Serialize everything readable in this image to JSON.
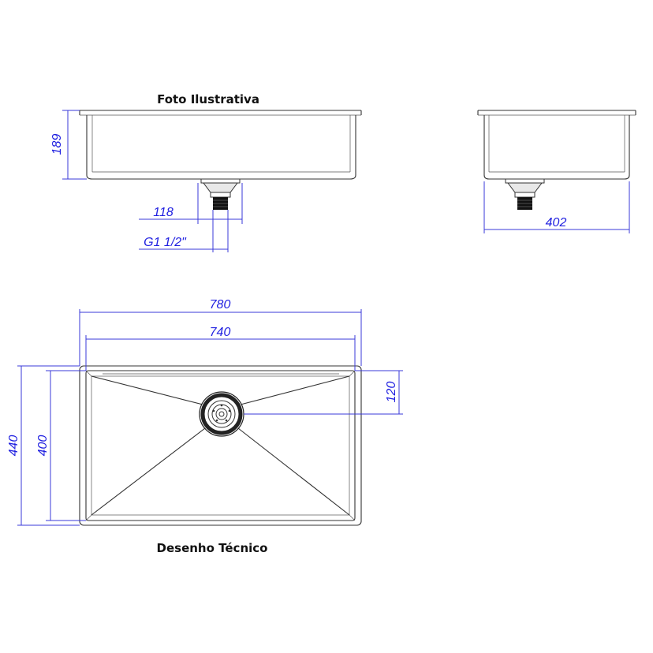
{
  "captions": {
    "top": "Foto Ilustrativa",
    "bottom": "Desenho Técnico"
  },
  "dimensions": {
    "front_height": "189",
    "drain_body": "118",
    "drain_thread": "G1 1/2\"",
    "side_depth": "402",
    "outer_width": "780",
    "inner_width": "740",
    "drain_offset": "120",
    "outer_depth": "440",
    "inner_depth": "400"
  },
  "colors": {
    "dimension": "#1e1ee0",
    "outline": "#333333"
  }
}
